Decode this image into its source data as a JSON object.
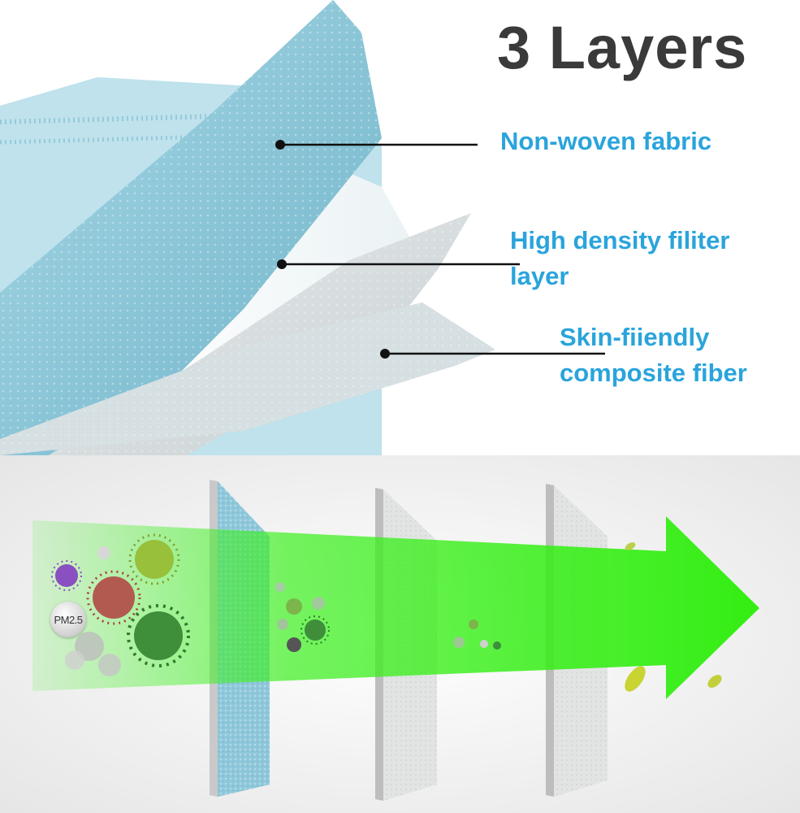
{
  "title": "3 Layers",
  "layers": [
    {
      "label_lines": [
        "Non-woven fabric"
      ]
    },
    {
      "label_lines": [
        "High density filiter",
        "layer"
      ]
    },
    {
      "label_lines": [
        "Skin-fiiendly",
        "composite fiber"
      ]
    }
  ],
  "pm_label": "PM2.5",
  "colors": {
    "title": "#3a3a3a",
    "label": "#2aa4dc",
    "arrow": "#3cf01e",
    "blue_layer": "#8fc8da",
    "white_layer": "#e2e4e4"
  }
}
